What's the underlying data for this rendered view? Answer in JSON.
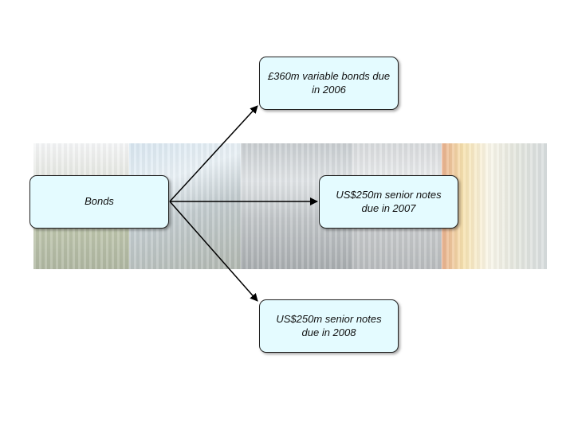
{
  "nodes": {
    "bonds": "Bonds",
    "top": "£360m variable bonds due in 2006",
    "middle": "US$250m senior notes due in 2007",
    "bottom": "US$250m senior notes due in 2008"
  },
  "colors": {
    "node_fill": "#e4fbff",
    "node_border": "#222222",
    "arrow": "#000000"
  }
}
